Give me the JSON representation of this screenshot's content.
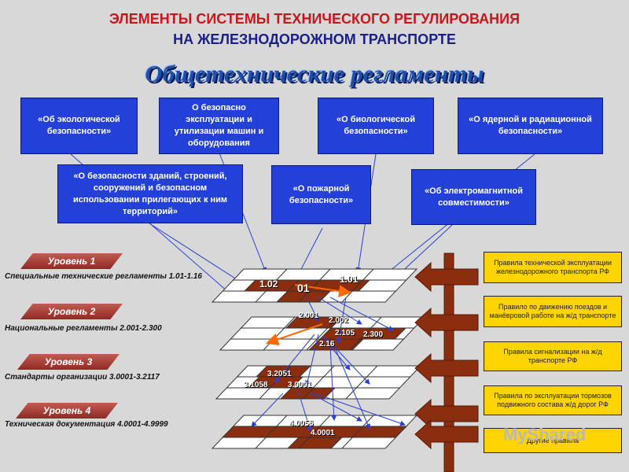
{
  "header": {
    "title_line1": "ЭЛЕМЕНТЫ СИСТЕМЫ ТЕХНИЧЕСКОГО РЕГУЛИРОВАНИЯ",
    "title_line2": "НА ЖЕЛЕЗНОДОРОЖНОМ ТРАНСПОРТЕ",
    "subtitle": "Общетехнические регламенты"
  },
  "regulations": [
    "«Об экологической безопасности»",
    "О безопасно эксплуатации и утилизации машин и оборудования",
    "«О биологической безопасности»",
    "«О ядерной и радиационной безопасности»",
    "«О безопасности зданий, строений, сооружений и безопасном использовании прилегающих к ним территорий»",
    "«О пожарной безопасности»",
    "«Об электромагнитной совместимости»"
  ],
  "levels": [
    {
      "badge": "Уровень 1",
      "text": "Специальные технические регламенты 1.01-1.16"
    },
    {
      "badge": "Уровень 2",
      "text": "Национальные регламенты 2.001-2.300"
    },
    {
      "badge": "Уровень 3",
      "text": "Стандарты организации 3.0001-3.2117"
    },
    {
      "badge": "Уровень 4",
      "text": "Техническая документация 4.0001-4.9999"
    }
  ],
  "grid_labels": {
    "l1": [
      "1.02",
      "01",
      "1.01"
    ],
    "l2": [
      "2.001",
      "2.002",
      "2.105",
      "2.300",
      "2.16"
    ],
    "l3": [
      "3.2051",
      "3.1058",
      "3.0001"
    ],
    "l4": [
      "4.0056",
      "4.0001"
    ]
  },
  "rules": [
    "Правила технической эксплуатации железнодорожного транспорта РФ",
    "Правило по движению поездов и манёвровой работе на ж/д транспорте",
    "Правила сигнализации на ж/д транспорте РФ",
    "Правила по эксплуатации тормозов подвижного состава ж/д дорог РФ",
    "Другие правила"
  ],
  "watermark": "MyShared",
  "colors": {
    "title_red": "#c8161d",
    "title_blue": "#1b1f8a",
    "box_blue": "#2340d9",
    "highlight_brown": "#8b2e10",
    "rule_yellow": "#ffd400",
    "arrow_brown": "#8b2e10"
  }
}
